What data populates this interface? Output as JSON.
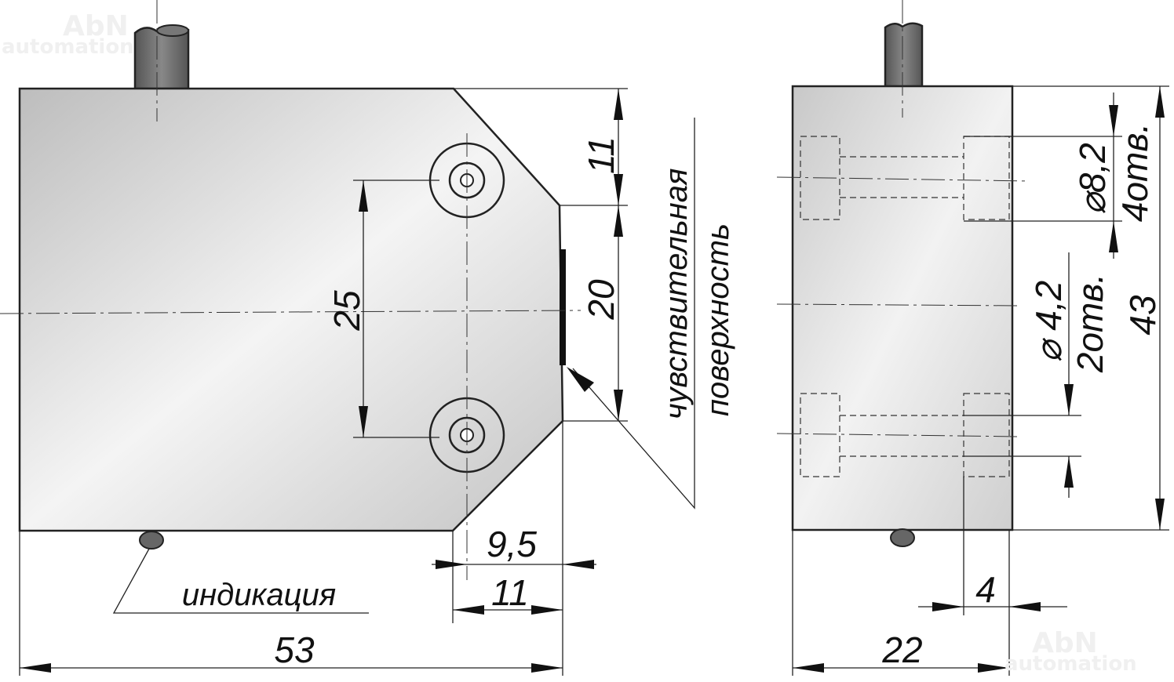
{
  "watermark": {
    "line1": "AbN",
    "line2": "automation"
  },
  "side_view": {
    "dim_chamfer_height": "11",
    "dim_hole_spacing": "25",
    "dim_sensing_face": "20",
    "dim_hole_offset": "9,5",
    "dim_chamfer_width": "11",
    "dim_length": "53",
    "label_indication": "индикация",
    "label_sensitive_line1": "чувствительная",
    "label_sensitive_line2": "поверхность"
  },
  "front_view": {
    "dim_counterbore": "⌀8,2",
    "dim_counterbore_count": "4отв.",
    "dim_through_hole": "⌀ 4,2",
    "dim_through_hole_count": "2отв.",
    "dim_height": "43",
    "dim_counterbore_depth": "4",
    "dim_width": "22"
  }
}
